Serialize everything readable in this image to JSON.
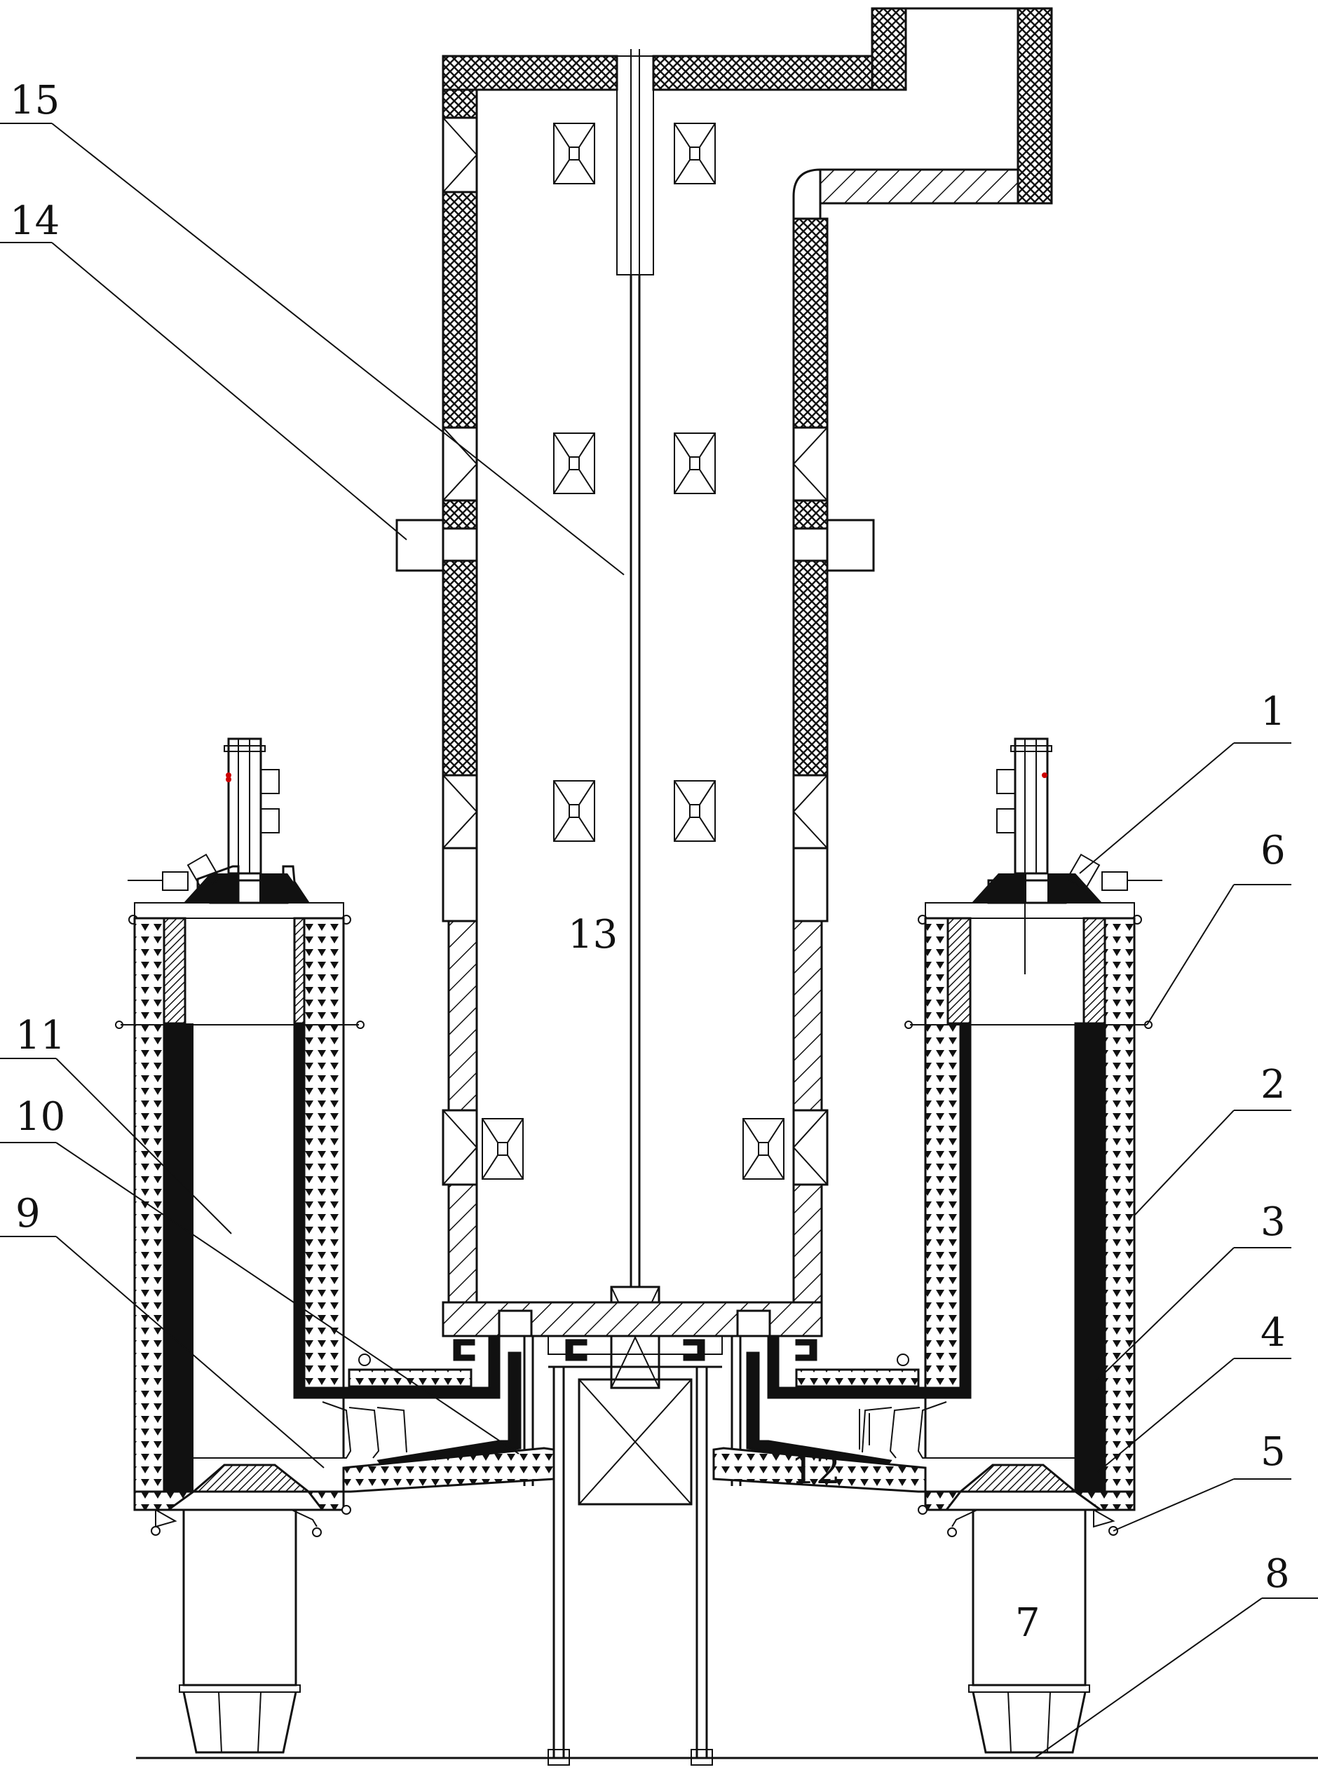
{
  "labels": {
    "l1": "1",
    "l2": "2",
    "l3": "3",
    "l4": "4",
    "l5": "5",
    "l6": "6",
    "l7": "7",
    "l8": "8",
    "l9": "9",
    "l10": "10",
    "l11": "11",
    "l12": "12",
    "l13": "13",
    "l14": "14",
    "l15": "15"
  },
  "colors": {
    "ink": "#111111",
    "paper": "#ffffff"
  }
}
